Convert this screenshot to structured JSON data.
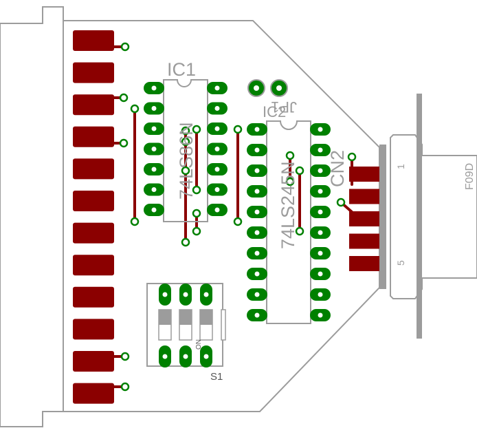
{
  "labels": {
    "ic1_ref": "IC1",
    "ic1_part": "74LS86N",
    "ic2_ref": "IC2",
    "ic2_part": "74LS245N",
    "cn2_ref": "CN2",
    "cn2_part": "F09D",
    "cn2_pin1": "1",
    "cn2_pin5": "5",
    "jp_ref": "JP1",
    "dip_ref": "S1",
    "dip_on": "ON"
  },
  "colors": {
    "pad": "#008000",
    "smd": "#8b0000",
    "trace": "#8b0000",
    "outline": "#9c9c9c",
    "connector": "#9c9c9c"
  }
}
